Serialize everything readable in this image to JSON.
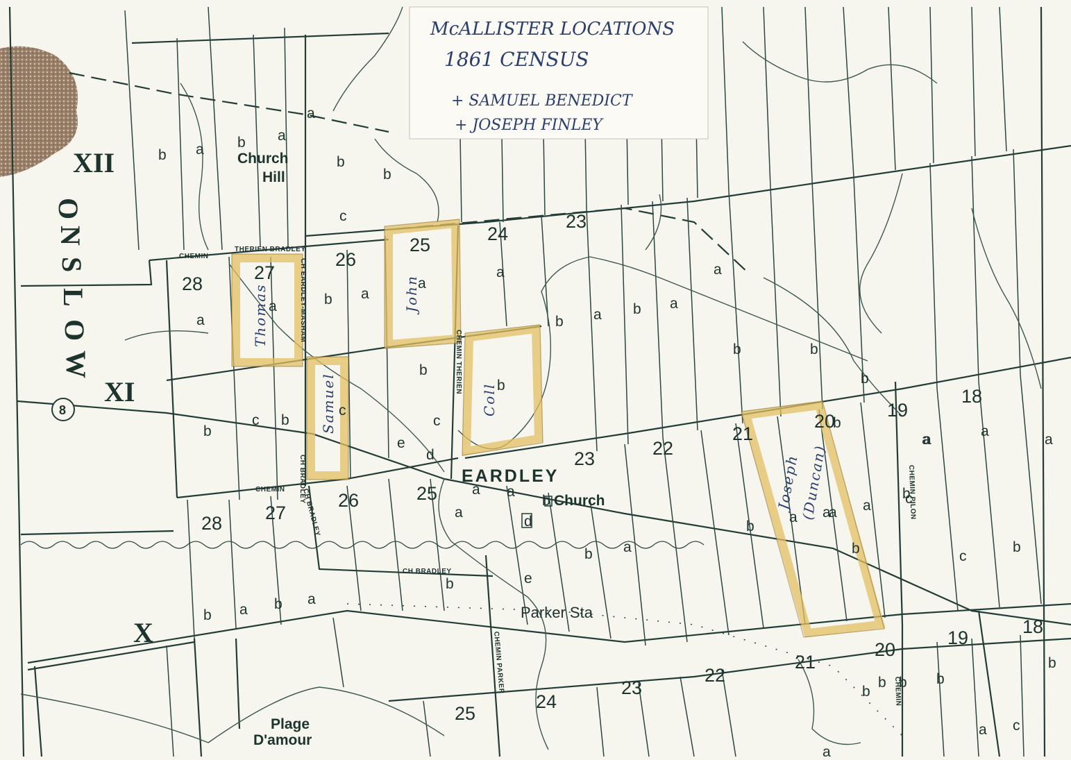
{
  "note": {
    "line1": "McALLISTER LOCATIONS",
    "line2": "1861 CENSUS",
    "line3": "+ SAMUEL BENEDICT",
    "line4": "+ JOSEPH FINLEY"
  },
  "concessions": {
    "xii": "XII",
    "xi": "XI",
    "x": "X"
  },
  "township": {
    "letters": [
      "O",
      "N",
      "S",
      "L",
      "O",
      "W"
    ]
  },
  "route_shield": "8",
  "places": {
    "church": "Church",
    "hill": "Hill",
    "eardley": "EARDLEY",
    "church2": "Church",
    "parker": "Parker Sta",
    "plage": "Plage",
    "damour": "D'amour"
  },
  "roads": {
    "chemin": "CHEMIN",
    "therien_bradley": "THERIEN BRADLEY",
    "eardley_masham": "CH EARDLEY-MASHAM",
    "chemin_therien": "CHEMIN THERIEN",
    "chemin2": "CHEMIN",
    "ch_bradley": "CH BRADLEY",
    "ch_bradley2": "CH BRADLEY",
    "chemin_pilon": "CHEMIN PILON",
    "chemin_parker": "CHEMIN PARKER",
    "chemin_bottom": "CHEMIN"
  },
  "names": {
    "thomas": "Thomas",
    "john": "John",
    "samuel": "Samuel",
    "coll": "Coll",
    "joseph": "Joseph",
    "duncan": "(Duncan)"
  },
  "lot_numbers": [
    "28",
    "27",
    "26",
    "25",
    "24",
    "23",
    "23",
    "22",
    "21",
    "20",
    "19",
    "18",
    "28",
    "27",
    "26",
    "25",
    "25",
    "24",
    "23",
    "22",
    "21",
    "20",
    "19",
    "18"
  ],
  "sub_lots": [
    "a",
    "b",
    "a",
    "b",
    "a",
    "b",
    "b",
    "c",
    "a",
    "a",
    "b",
    "a",
    "a",
    "b",
    "a",
    "a",
    "b",
    "a",
    "b",
    "a",
    "b",
    "b",
    "b",
    "c",
    "b",
    "c",
    "b",
    "c",
    "b",
    "c",
    "e",
    "d",
    "b",
    "a",
    "a",
    "a",
    "a",
    "a",
    "a",
    "a",
    "a",
    "b",
    "b",
    "a",
    "b",
    "c",
    "a",
    "b",
    "d",
    "b",
    "a",
    "b",
    "b",
    "b",
    "a",
    "b",
    "a",
    "e",
    "b",
    "c",
    "b",
    "b",
    "b",
    "a",
    "b",
    "a",
    "c"
  ],
  "colors": {
    "ink": "#1f3a33",
    "paper": "#f6f5ee",
    "highlight": "#e2bf62",
    "pen": "#2a3f6e",
    "woods": "#7a5a40"
  }
}
